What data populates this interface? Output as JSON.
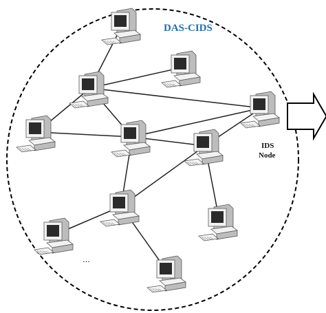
{
  "title": "DAS-CIDS",
  "ids_label_line1": "IDS",
  "ids_label_line2": "Node",
  "ellipsis": "...",
  "colors": {
    "title": "#1f6fb5",
    "boundary": "#000000",
    "link": "#222222",
    "computer_light": "#f2f2f2",
    "computer_mid": "#bdbdbd",
    "computer_dark": "#555555",
    "screen": "#2b2b2b"
  },
  "nodes": [
    {
      "id": "n1",
      "name": "computer-top"
    },
    {
      "id": "n2",
      "name": "computer-upper-left"
    },
    {
      "id": "n3",
      "name": "computer-upper-right"
    },
    {
      "id": "n4",
      "name": "computer-ids-node"
    },
    {
      "id": "n5",
      "name": "computer-left"
    },
    {
      "id": "n6",
      "name": "computer-center"
    },
    {
      "id": "n7",
      "name": "computer-right-center"
    },
    {
      "id": "n8",
      "name": "computer-lower-center"
    },
    {
      "id": "n9",
      "name": "computer-lower-left"
    },
    {
      "id": "n10",
      "name": "computer-lower-right"
    },
    {
      "id": "n11",
      "name": "computer-bottom"
    }
  ],
  "links": [
    [
      "n1",
      "n2"
    ],
    [
      "n2",
      "n3"
    ],
    [
      "n2",
      "n4"
    ],
    [
      "n2",
      "n6"
    ],
    [
      "n5",
      "n6"
    ],
    [
      "n6",
      "n4"
    ],
    [
      "n6",
      "n7"
    ],
    [
      "n7",
      "n4"
    ],
    [
      "n6",
      "n8"
    ],
    [
      "n8",
      "n7"
    ],
    [
      "n8",
      "n9"
    ],
    [
      "n8",
      "n11"
    ],
    [
      "n7",
      "n10"
    ],
    [
      "n5",
      "n2"
    ]
  ]
}
